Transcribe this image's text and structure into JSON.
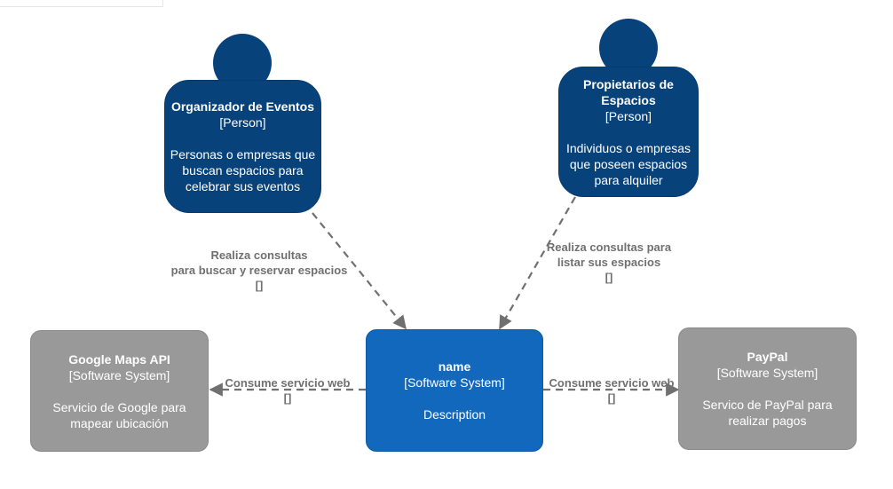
{
  "colors": {
    "person": "#08427b",
    "software_system": "#1168bd",
    "external_system": "#999999",
    "relationship": "#707070"
  },
  "people": [
    {
      "title": "Organizador de Eventos",
      "kind": "[Person]",
      "description": "Personas o empresas que buscan espacios para celebrar sus eventos"
    },
    {
      "title": "Propietarios de Espacios",
      "kind": "[Person]",
      "description": "Individuos o empresas que poseen espacios para alquiler"
    }
  ],
  "system": {
    "title": "name",
    "kind": "[Software System]",
    "description": "Description"
  },
  "external_systems": [
    {
      "title": "Google Maps API",
      "kind": "[Software System]",
      "description": "Servicio de Google para mapear ubicación"
    },
    {
      "title": "PayPal",
      "kind": "[Software System]",
      "description": "Servico de PayPal para realizar pagos"
    }
  ],
  "relationships": [
    {
      "line1": "Realiza consultas",
      "line2": "para buscar y reservar espacios",
      "tech": "[]"
    },
    {
      "line1": "Realiza consultas para",
      "line2": "listar sus espacios",
      "tech": "[]"
    },
    {
      "line1": "Consume servicio web",
      "tech": "[]"
    },
    {
      "line1": "Consume servicio web",
      "tech": "[]"
    }
  ]
}
